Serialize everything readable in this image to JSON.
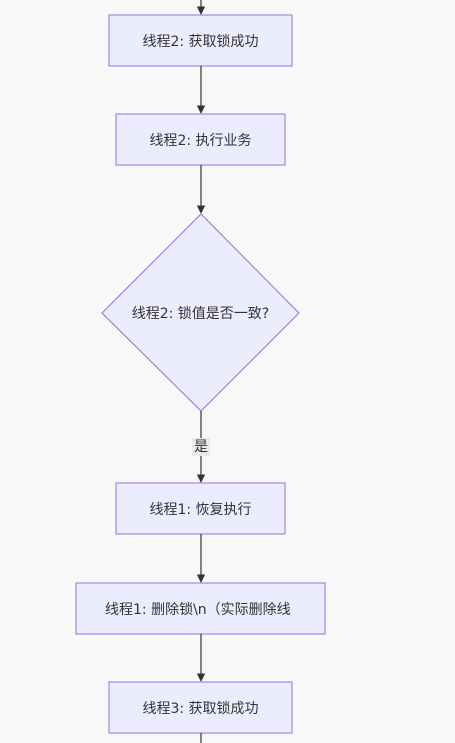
{
  "diagram": {
    "nodes": {
      "t2_acquire": "线程2: 获取锁成功",
      "t2_execute": "线程2: 执行业务",
      "t2_check": "线程2: 锁值是否一致?",
      "t1_resume": "线程1: 恢复执行",
      "t1_delete": "线程1: 删除锁\\n（实际删除线",
      "t3_acquire": "线程3: 获取锁成功"
    },
    "edges": {
      "yes_label": "是"
    },
    "colors": {
      "node_fill": "#ececff",
      "node_stroke": "#9370db",
      "edge": "#333333",
      "background": "#f8f8f8"
    }
  }
}
